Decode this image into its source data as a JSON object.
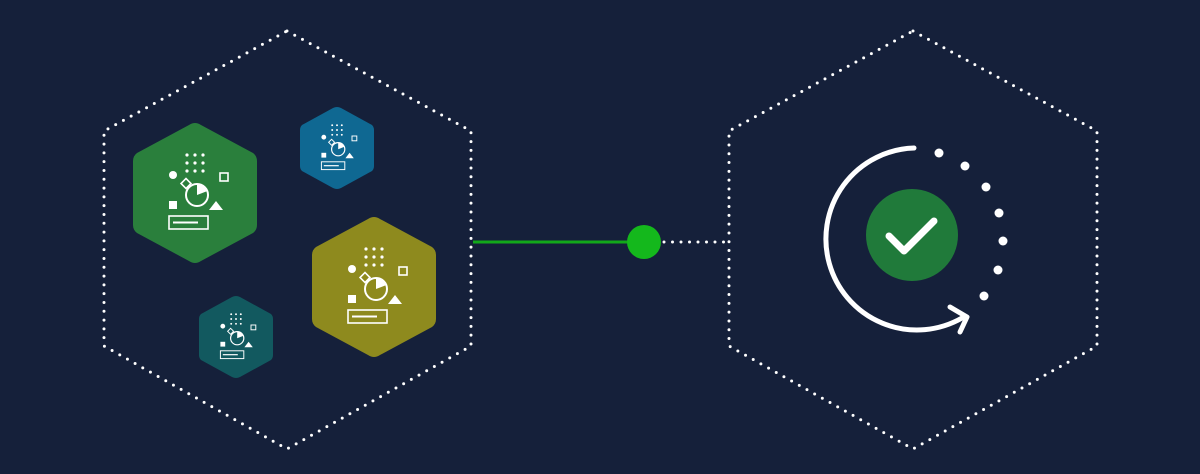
{
  "colors": {
    "background": "#15203a",
    "dotted_outline": "#ffffff",
    "connector": "#12a81a",
    "connector_node": "#14b81c",
    "hex_green": "#2a7f3c",
    "hex_blue": "#0f6892",
    "hex_olive": "#8e8a1e",
    "hex_teal": "#12595f",
    "check_circle": "#207a3a",
    "glyph": "#ffffff"
  },
  "left_group": {
    "outline_icon": "dotted-hexagon-outline-icon",
    "item_icon": "dashboard-widgets-icon",
    "items": [
      {
        "name": "green-dashboard-hexagon",
        "color": "#2a7f3c"
      },
      {
        "name": "blue-dashboard-hexagon",
        "color": "#0f6892"
      },
      {
        "name": "olive-dashboard-hexagon",
        "color": "#8e8a1e"
      },
      {
        "name": "teal-dashboard-hexagon",
        "color": "#12595f"
      }
    ]
  },
  "connector": {
    "solid_icon": "solid-line-icon",
    "node_icon": "connection-node-icon",
    "dotted_icon": "dotted-line-icon"
  },
  "right_group": {
    "outline_icon": "dotted-hexagon-outline-icon",
    "refresh_icon": "circular-progress-arrow-icon",
    "check_icon": "checkmark-icon"
  }
}
